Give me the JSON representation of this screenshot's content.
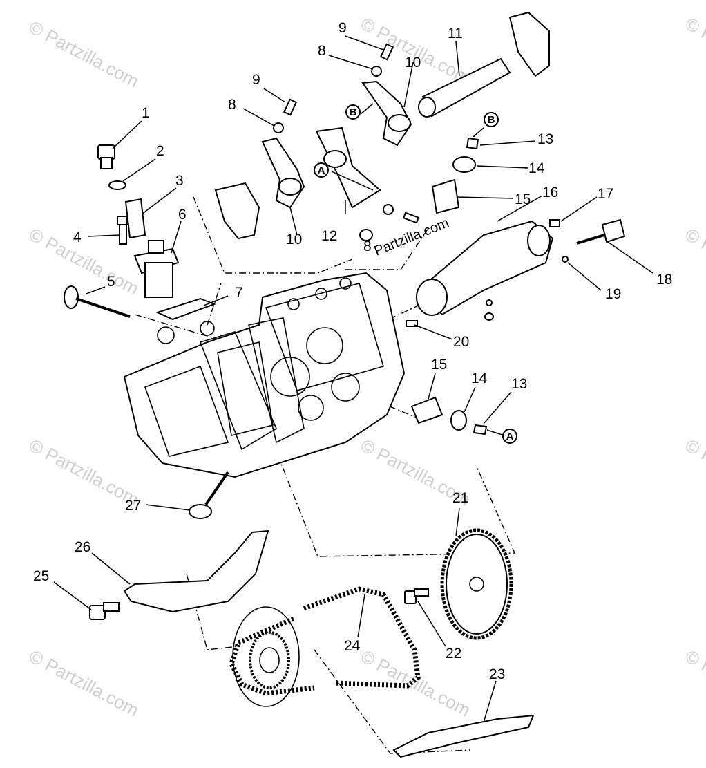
{
  "watermark": {
    "text": "© Partzilla.com",
    "color": "#cfcfcf"
  },
  "center_brand": "Partzilla.com",
  "callouts": {
    "c1": "1",
    "c2": "2",
    "c3": "3",
    "c4": "4",
    "c5": "5",
    "c6": "6",
    "c7": "7",
    "c8a": "8",
    "c8b": "8",
    "c8c": "8",
    "c9a": "9",
    "c9b": "9",
    "c10a": "10",
    "c10b": "10",
    "c11": "11",
    "c12": "12",
    "c13a": "13",
    "c13b": "13",
    "c14a": "14",
    "c14b": "14",
    "c15a": "15",
    "c15b": "15",
    "c16": "16",
    "c17": "17",
    "c18": "18",
    "c19": "19",
    "c20": "20",
    "c21": "21",
    "c22": "22",
    "c23": "23",
    "c24": "24",
    "c25": "25",
    "c26": "26",
    "c27": "27"
  },
  "reference_markers": {
    "a1": "A",
    "a2": "A",
    "b1": "B",
    "b2": "B"
  }
}
